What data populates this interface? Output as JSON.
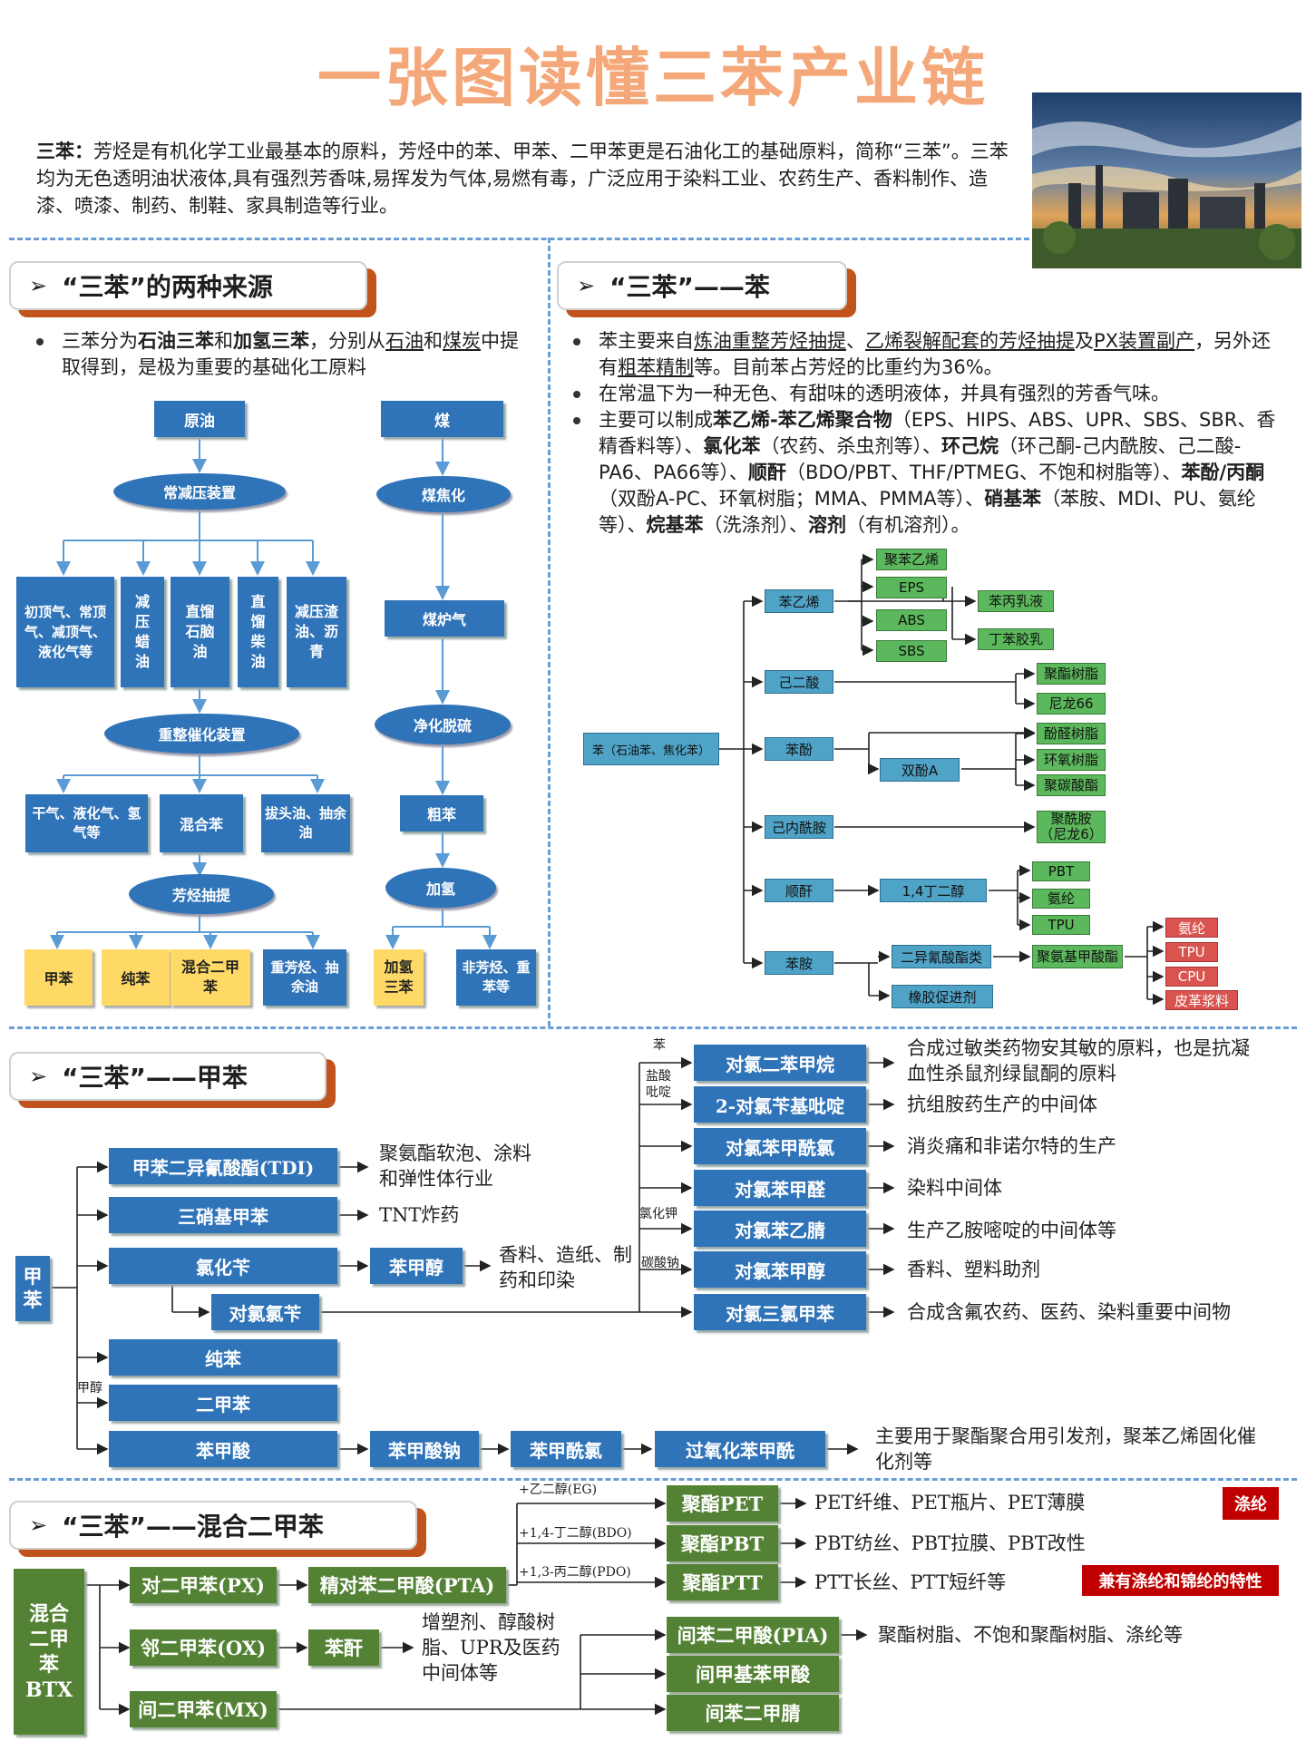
{
  "title": "一张图读懂三苯产业链",
  "intro": {
    "term": "三苯：",
    "text": "芳烃是有机化学工业最基本的原料，芳烃中的苯、甲苯、二甲苯更是石油化工的基础原料，简称“三苯”。三苯均为无色透明油状液体,具有强烈芳香味,易挥发为气体,易燃有毒，广泛应用于染料工业、农药生产、香料制作、造漆、喷漆、制药、制鞋、家具制造等行业。"
  },
  "sections": {
    "sources": "“三苯”的两种来源",
    "benzene": "“三苯”——苯",
    "toluene": "“三苯”——甲苯",
    "xylene": "“三苯”——混合二甲苯"
  },
  "sources": {
    "bullet": {
      "p1": "三苯分为",
      "b1": "石油三苯",
      "p2": "和",
      "b2": "加氢三苯",
      "p3": "，分别从",
      "u1": "石油",
      "p4": "和",
      "u2": "煤炭",
      "p5": "中提取得到，是极为重要的基础化工原料"
    },
    "crude": "原油",
    "distill": "常减压装置",
    "d1": "初顶气、常顶气、减顶气、液化气等",
    "d2": "减压蜡油",
    "d3": "直馏石脑油",
    "d4": "直馏柴油",
    "d5": "减压渣油、沥青",
    "reform": "重整催化装置",
    "r1": "干气、液化气、氢气等",
    "r2": "混合苯",
    "r3": "拔头油、抽余油",
    "extract": "芳烃抽提",
    "e1": "甲苯",
    "e2": "纯苯",
    "e3": "混合二甲苯",
    "e4": "重芳烃、抽余油",
    "coal": "煤",
    "coking": "煤焦化",
    "gas": "煤炉气",
    "purify": "净化脱硫",
    "crude_benzene": "粗苯",
    "hydro": "加氢",
    "h1": "加氢三苯",
    "h2": "非芳烃、重苯等"
  },
  "benzene": {
    "b1": {
      "p1": "苯主要来自",
      "u1": "炼油重整芳烃抽提",
      "p2": "、",
      "u2": "乙烯裂解配套的芳烃抽提",
      "p3": "及",
      "u3": "PX装置副产",
      "p4": "，另外还有",
      "u4": "粗苯精制",
      "p5": "等。目前苯占芳烃的比重约为36%。"
    },
    "b2": "在常温下为一种无色、有甜味的透明液体，并具有强烈的芳香气味。",
    "b3": {
      "p0": "主要可以制成",
      "k1": "苯乙烯-苯乙烯聚合物",
      "t1": "（EPS、HIPS、ABS、UPR、SBS、SBR、香精香料等）、",
      "k2": "氯化苯",
      "t2": "（农药、杀虫剂等）、",
      "k3": "环己烷",
      "t3": "（环己酮-己内酰胺、己二酸-PA6、PA66等）、",
      "k4": "顺酐",
      "t4": "（BDO/PBT、THF/PTMEG、不饱和树脂等）、",
      "k5": "苯酚/丙酮",
      "t5": "（双酚A-PC、环氧树脂；MMA、PMMA等）、",
      "k6": "硝基苯",
      "t6": "（苯胺、MDI、PU、氨纶等）、",
      "k7": "烷基苯",
      "t7": "（洗涤剂）、",
      "k8": "溶剂",
      "t8": "（有机溶剂）。"
    },
    "root": "苯（石油苯、焦化苯）",
    "styrene": "苯乙烯",
    "ps": "聚苯乙烯",
    "eps": "EPS",
    "abs": "ABS",
    "sbs": "SBS",
    "sbl": "苯丙乳液",
    "sbr": "丁苯胶乳",
    "adipic": "己二酸",
    "pester": "聚酯树脂",
    "nylon66": "尼龙66",
    "phenol": "苯酚",
    "pf": "酚醛树脂",
    "bpa": "双酚A",
    "epoxy": "环氧树脂",
    "pc": "聚碳酸酯",
    "capro": "己内酰胺",
    "pa6": "聚酰胺（尼龙6）",
    "ma": "顺酐",
    "bdo": "1,4丁二醇",
    "pbt": "PBT",
    "spandex": "氨纶",
    "tpu": "TPU",
    "aniline": "苯胺",
    "mdi": "二异氰酸酯类",
    "pu": "聚氨基甲酸酯",
    "r_spandex": "氨纶",
    "r_tpu": "TPU",
    "r_cpu": "CPU",
    "r_leather": "皮革浆料",
    "rubber": "橡胶促进剂"
  },
  "toluene": {
    "root": "甲苯",
    "tdi": "甲苯二异氰酸酯(TDI)",
    "tdi_use": "聚氨酯软泡、涂料和弹性体行业",
    "tnt": "三硝基甲苯",
    "tnt_use": "TNT炸药",
    "bcl": "氯化苄",
    "balc": "苯甲醇",
    "balc_use": "香料、造纸、制药和印染",
    "pcbcl": "对氯氯苄",
    "pure": "纯苯",
    "xyl": "二甲苯",
    "ba": "苯甲酸",
    "sba": "苯甲酸钠",
    "bzcl": "苯甲酰氯",
    "bpo": "过氧化苯甲酰",
    "bpo_use": "主要用于聚酯聚合用引发剂，聚苯乙烯固化催化剂等",
    "lbl_benzene": "苯",
    "lbl_hcl": "盐酸吡啶",
    "lbl_kcl": "氯化钾",
    "lbl_na": "碳酸钠",
    "lbl_meoh": "甲醇",
    "p1": "对氯二苯甲烷",
    "p1u": "合成过敏类药物安其敏的原料，也是抗凝血性杀鼠剂绿鼠酮的原料",
    "p2": "2-对氯苄基吡啶",
    "p2u": "抗组胺药生产的中间体",
    "p3": "对氯苯甲酰氯",
    "p3u": "消炎痛和非诺尔特的生产",
    "p4": "对氯苯甲醛",
    "p4u": "染料中间体",
    "p5": "对氯苯乙腈",
    "p5u": "生产乙胺嘧啶的中间体等",
    "p6": "对氯苯甲醇",
    "p6u": "香料、塑料助剂",
    "p7": "对氯三氯甲苯",
    "p7u": "合成含氟农药、医药、染料重要中间物"
  },
  "xylene": {
    "root": "混合二甲苯BTX",
    "px": "对二甲苯(PX)",
    "pta": "精对苯二甲酸(PTA)",
    "ox": "邻二甲苯(OX)",
    "pa": "苯酐",
    "pa_use": "增塑剂、醇酸树脂、UPR及医药中间体等",
    "mx": "间二甲苯(MX)",
    "eg": "+乙二醇(EG)",
    "bdo": "+1,4-丁二醇(BDO)",
    "pdo": "+1,3-丙二醇(PDO)",
    "pet": "聚酯PET",
    "pbt": "聚酯PBT",
    "ptt": "聚酯PTT",
    "pet_use": "PET纤维、PET瓶片、PET薄膜",
    "pbt_use": "PBT纺丝、PBT拉膜、PBT改性",
    "ptt_use": "PTT长丝、PTT短纤等",
    "pia": "间苯二甲酸(PIA)",
    "pia_use": "聚酯树脂、不饱和聚酯树脂、涤纶等",
    "mta": "间甲基苯甲酸",
    "ipn": "间苯二甲腈",
    "tag1": "涤纶",
    "tag2": "兼有涤纶和锦纶的特性"
  },
  "colors": {
    "blue_box": "#2f73b8",
    "yellow": "#ffd966",
    "green": "#548235",
    "accent": "#c0541c",
    "title": "#f4a87a"
  }
}
